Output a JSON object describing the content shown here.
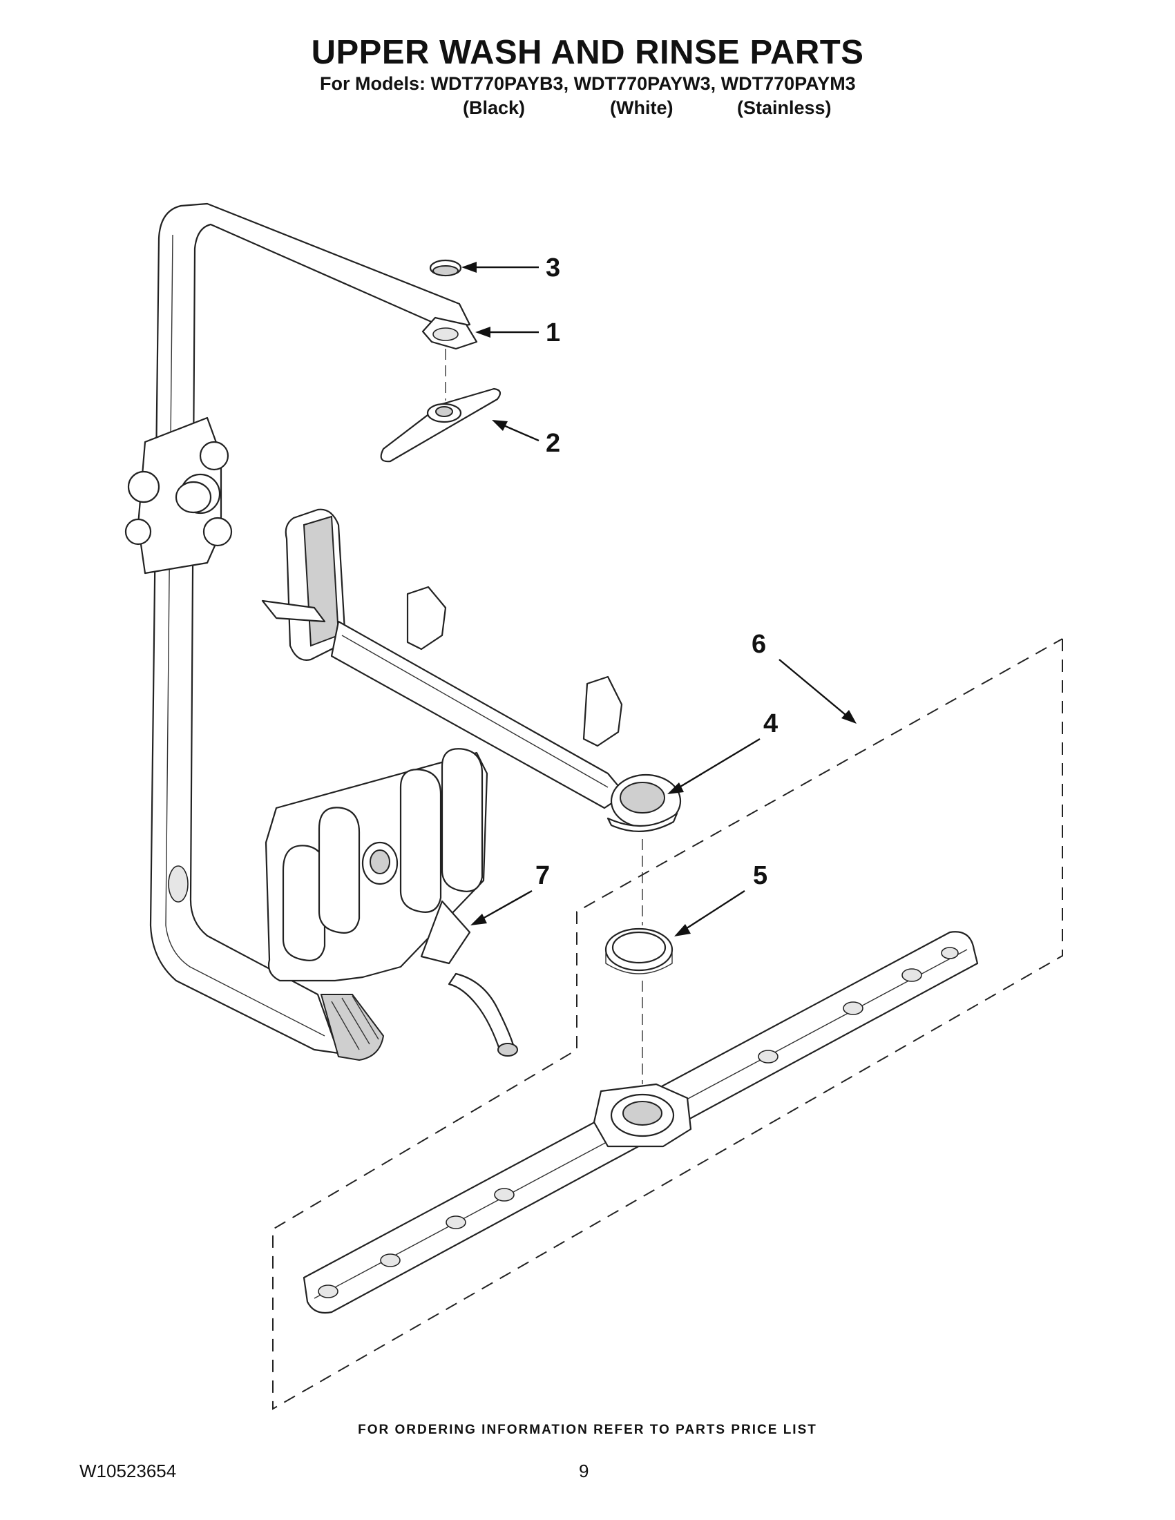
{
  "header": {
    "title": "UPPER WASH AND RINSE PARTS",
    "models_line": "For Models: WDT770PAYB3, WDT770PAYW3, WDT770PAYM3",
    "finishes": [
      "(Black)",
      "(White)",
      "(Stainless)"
    ]
  },
  "callouts": [
    "3",
    "1",
    "2",
    "6",
    "4",
    "7",
    "5"
  ],
  "footer": {
    "note": "FOR ORDERING INFORMATION REFER TO PARTS PRICE LIST",
    "doc_number": "W10523654",
    "page_number": "9"
  }
}
